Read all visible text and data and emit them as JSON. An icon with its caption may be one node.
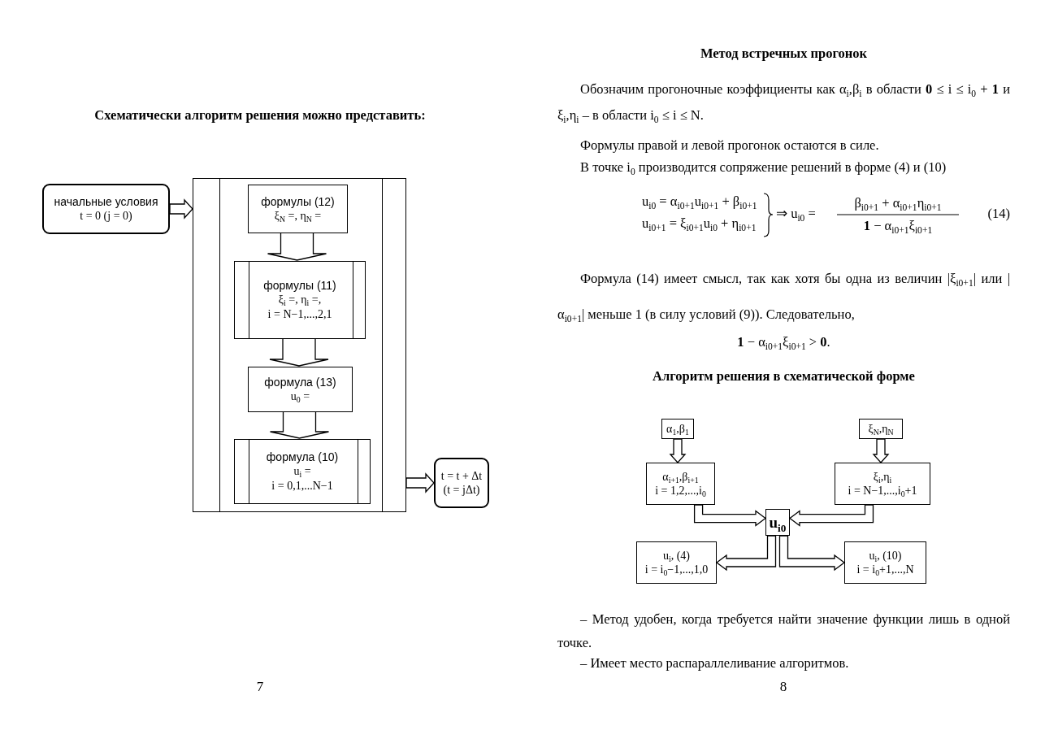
{
  "diagram": {
    "nodes": [
      {
        "text": [
          "начальные условия",
          "t = 0  (j = 0)"
        ]
      },
      {
        "text": [],
        "shape": "box"
      },
      {
        "text": [
          "формулы (12)",
          "ξ$_{N}$ =,  η$_{N}$ ="
        ],
        "in": 1
      },
      {
        "text": [
          "формулы (11)",
          "ξ$_{i}$ =,  η$_{i}$ =,",
          "i = N−1,...,2,1"
        ],
        "in": 1
      },
      {
        "text": [
          "формула (13)",
          "u$_{0}$ ="
        ],
        "in": 1
      },
      {
        "text": [
          "формула (10)",
          "u$_{i}$ =",
          "i = 0,1,...N−1"
        ],
        "in": 1
      },
      {
        "text": [
          "t = t + Δt",
          "(t = jΔt)"
        ]
      },
      {
        "text": [
          "α$_{1}$,β$_{1}$"
        ]
      },
      {
        "text": [
          "ξ$_{N}$,η$_{N}$"
        ]
      },
      {
        "text": [
          "α$_{i+1}$,β$_{i+1}$",
          "i = 1,2,...,i$_{0}$"
        ]
      },
      {
        "text": [
          "ξ$_{i}$,η$_{i}$",
          "i = N−1,...,i$_{0}$+1"
        ]
      },
      {
        "text": [
          "u$_{i0}$"
        ]
      },
      {
        "text": [
          "u$_{i}$,  (4)",
          "i = i$_{0}$−1,...,1,0"
        ]
      },
      {
        "text": [
          "u$_{i}$,  (10)",
          "i = i$_{0}$+1,...,N"
        ]
      }
    ],
    "edges": [
      {
        "from": 0,
        "to": 1,
        "arrow": "to"
      },
      {
        "from": 2,
        "to": 3,
        "arrow": "to"
      },
      {
        "from": 3,
        "to": 4,
        "arrow": "to"
      },
      {
        "from": 4,
        "to": 5,
        "arrow": "to"
      },
      {
        "from": 1,
        "to": 6,
        "arrow": "to"
      },
      {
        "from": 7,
        "to": 9,
        "arrow": "to"
      },
      {
        "from": 8,
        "to": 10,
        "arrow": "to"
      },
      {
        "from": 9,
        "to": 11,
        "arrow": "to"
      },
      {
        "from": 10,
        "to": 11,
        "arrow": "to"
      },
      {
        "from": 11,
        "to": 12,
        "arrow": "to"
      },
      {
        "from": 11,
        "to": 13,
        "arrow": "to"
      }
    ],
    "labels": [
      "Схематически алгоритм решения можно представить:",
      "7",
      "Метод встречных прогонок",
      "Обозначим прогоночные коэффициенты как α$_{i}$,β$_{i}$ в области **0** ≤ i ≤ i$_{0}$ + **1** и ξ$_{i}$,η$_{i}$ – в области i$_{0}$ ≤ i ≤ N.",
      "Формулы правой и левой прогонок остаются в силе.",
      "В точке i$_{0}$ производится сопряжение решений в форме (4) и (10)",
      "u$_{i0}$ = α$_{i0+1}$u$_{i0+1}$ + β$_{i0+1}$",
      "u$_{i0+1}$ = ξ$_{i0+1}$u$_{i0}$ + η$_{i0+1}$",
      "⇒ u$_{i0}$ =",
      "β$_{i0+1}$ + α$_{i0+1}$η$_{i0+1}$",
      "**1** − α$_{i0+1}$ξ$_{i0+1}$",
      "(14)",
      "Формула (14) имеет смысл, так как хотя бы одна из величин |ξ$_{i0+1}$| или |α$_{i0+1}$| меньше 1 (в силу условий (9)). Следовательно,",
      "**1** − α$_{i0+1}$ξ$_{i0+1}$ > **0**.",
      "Алгоритм решения в схематической форме",
      "– Метод удобен, когда требуется найти значение функции лишь в одной точке.",
      "– Имеет место распараллеливание алгоритмов.",
      "8"
    ]
  }
}
